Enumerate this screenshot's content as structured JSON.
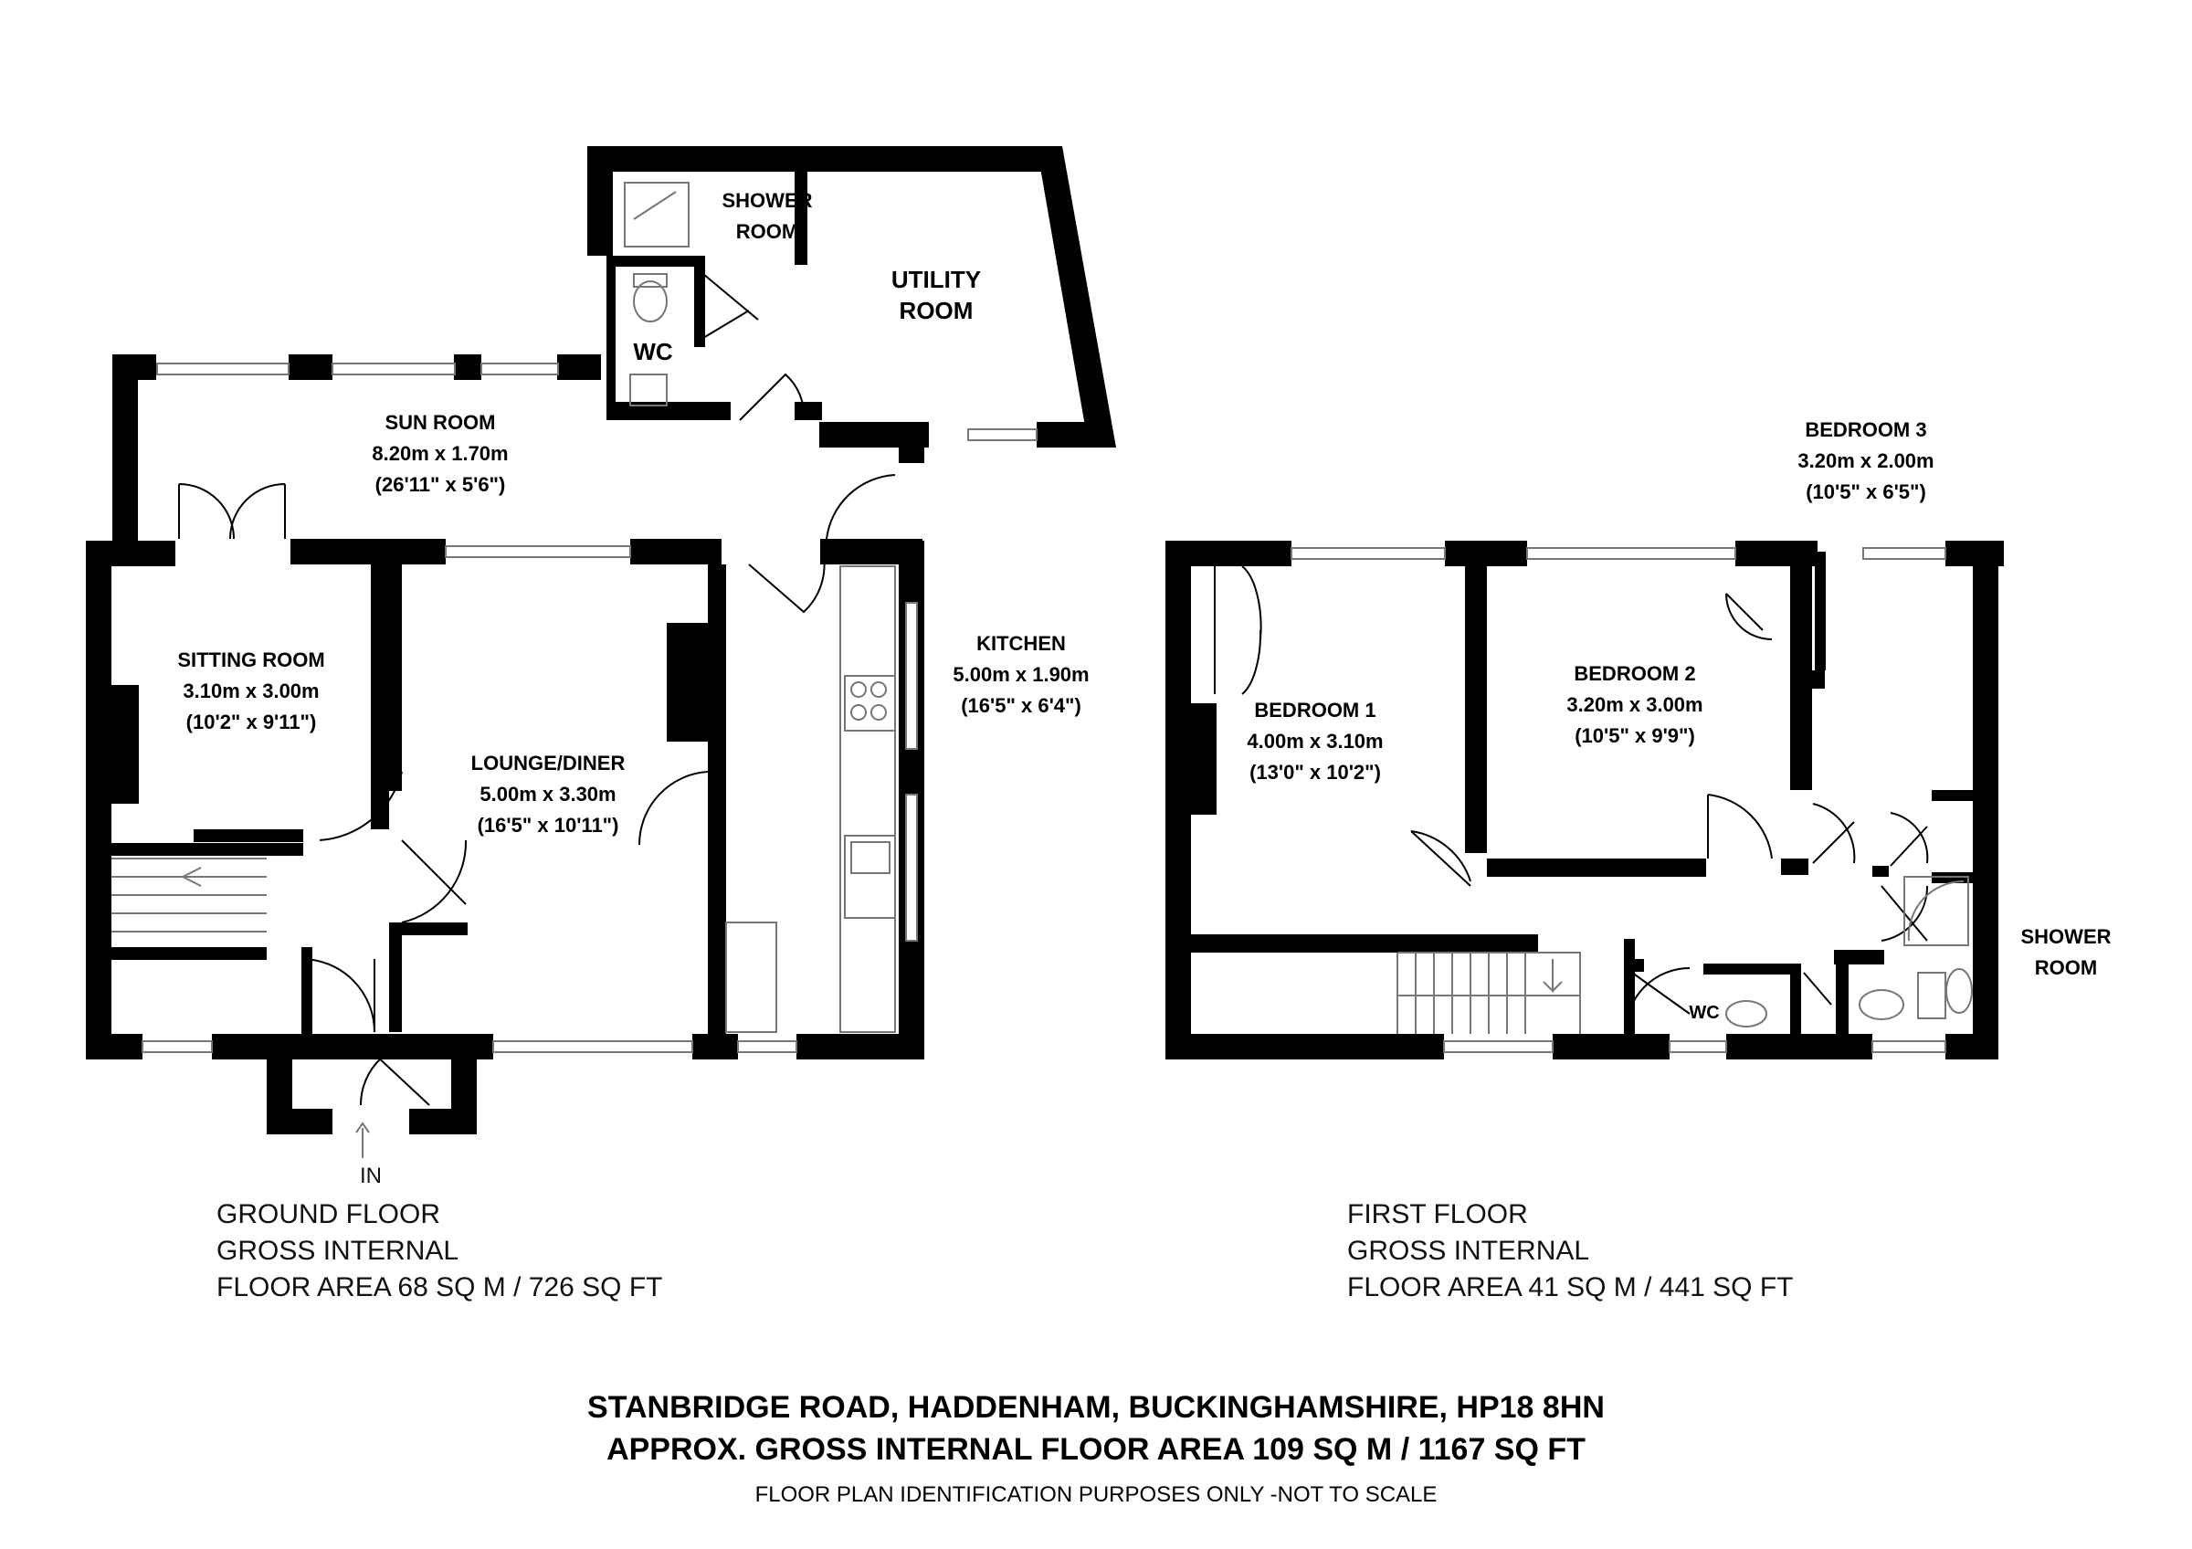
{
  "rooms": {
    "shower_room_ground": [
      "SHOWER",
      "ROOM"
    ],
    "utility": [
      "UTILITY",
      "ROOM"
    ],
    "wc_ground": [
      "WC"
    ],
    "sun_room": [
      "SUN ROOM",
      "8.20m x 1.70m",
      "(26'11\" x 5'6\")"
    ],
    "sitting_room": [
      "SITTING ROOM",
      "3.10m x 3.00m",
      "(10'2\" x 9'11\")"
    ],
    "lounge_diner": [
      "LOUNGE/DINER",
      "5.00m x 3.30m",
      "(16'5\" x 10'11\")"
    ],
    "kitchen": [
      "KITCHEN",
      "5.00m x 1.90m",
      "(16'5\" x 6'4\")"
    ],
    "bedroom_1": [
      "BEDROOM 1",
      "4.00m x 3.10m",
      "(13'0\" x 10'2\")"
    ],
    "bedroom_2": [
      "BEDROOM 2",
      "3.20m x 3.00m",
      "(10'5\" x 9'9\")"
    ],
    "bedroom_3": [
      "BEDROOM 3",
      "3.20m x 2.00m",
      "(10'5\" x 6'5\")"
    ],
    "wc_first": [
      "WC"
    ],
    "shower_room_first": [
      "SHOWER",
      "ROOM"
    ]
  },
  "entrance_label": "IN",
  "ground_floor": {
    "line1": "GROUND FLOOR",
    "line2": "GROSS INTERNAL",
    "line3": "FLOOR AREA 68 SQ M / 726 SQ FT"
  },
  "first_floor": {
    "line1": "FIRST FLOOR",
    "line2": "GROSS INTERNAL",
    "line3": "FLOOR AREA 41 SQ M / 441 SQ FT"
  },
  "footer": {
    "address": "STANBRIDGE ROAD, HADDENHAM, BUCKINGHAMSHIRE, HP18 8HN",
    "total_area": "APPROX. GROSS INTERNAL FLOOR AREA 109 SQ M / 1167 SQ FT",
    "disclaimer": "FLOOR PLAN IDENTIFICATION PURPOSES ONLY -NOT TO SCALE"
  },
  "colors": {
    "wall": "#000000",
    "background": "#ffffff",
    "fixture": "#777777"
  }
}
